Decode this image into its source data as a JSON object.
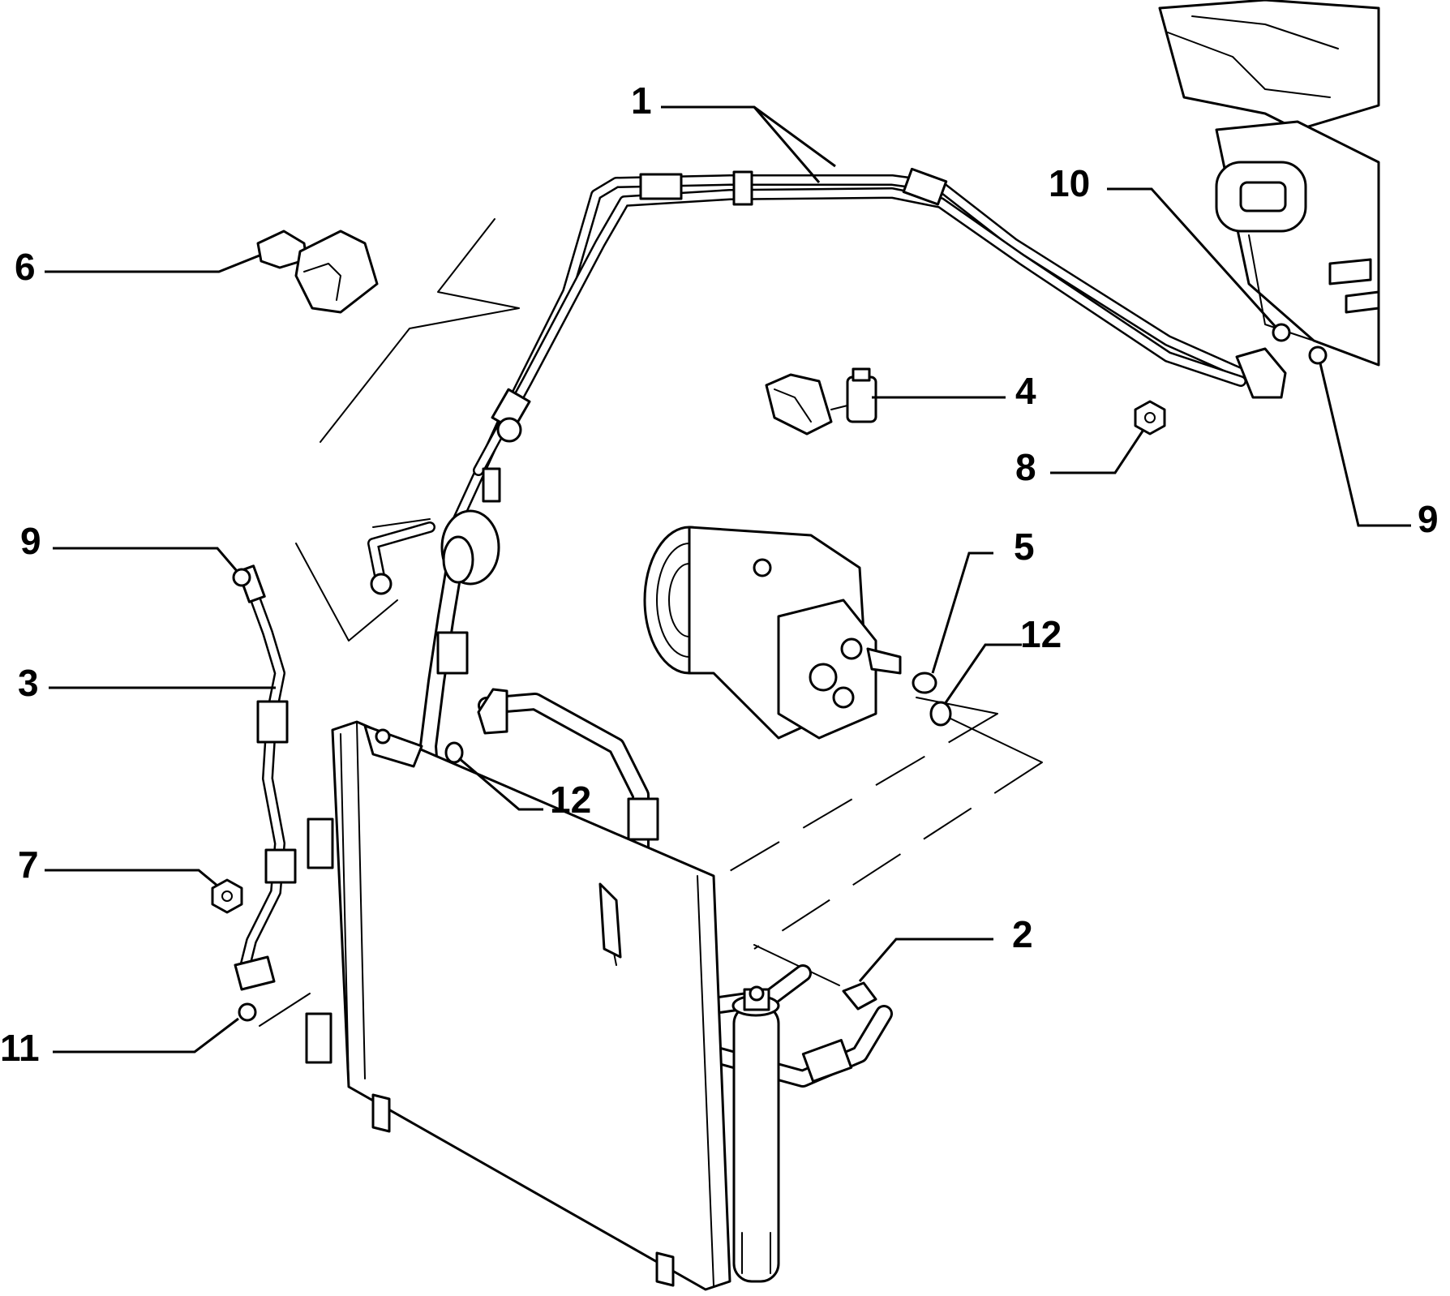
{
  "callouts": [
    {
      "id": "c1",
      "label": "1"
    },
    {
      "id": "c2",
      "label": "2"
    },
    {
      "id": "c3",
      "label": "3"
    },
    {
      "id": "c4",
      "label": "4"
    },
    {
      "id": "c5",
      "label": "5"
    },
    {
      "id": "c6",
      "label": "6"
    },
    {
      "id": "c7",
      "label": "7"
    },
    {
      "id": "c8",
      "label": "8"
    },
    {
      "id": "c9a",
      "label": "9"
    },
    {
      "id": "c9b",
      "label": "9"
    },
    {
      "id": "c10",
      "label": "10"
    },
    {
      "id": "c11",
      "label": "11"
    },
    {
      "id": "c12a",
      "label": "12"
    },
    {
      "id": "c12b",
      "label": "12"
    }
  ],
  "colors": {
    "ink": "#000000",
    "paper": "#ffffff"
  }
}
